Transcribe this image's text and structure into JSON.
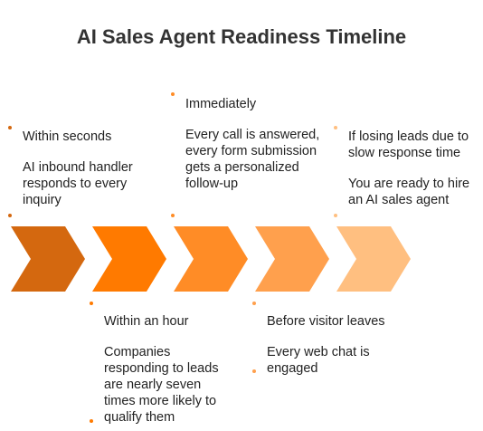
{
  "title": "AI Sales Agent Readiness Timeline",
  "steps": [
    {
      "heading": "Within seconds",
      "desc": "AI inbound handler responds to every inquiry",
      "color": "#D4680F",
      "position": "top"
    },
    {
      "heading": "Within an hour",
      "desc": "Companies responding to leads are nearly seven times more likely to qualify them",
      "color": "#FF7A00",
      "position": "bottom"
    },
    {
      "heading": "Immediately",
      "desc": "Every call is answered, every form submission gets a personalized follow-up",
      "color": "#FF8C26",
      "position": "top"
    },
    {
      "heading": "Before visitor leaves",
      "desc": "Every web chat is engaged",
      "color": "#FFA04D",
      "position": "bottom"
    },
    {
      "heading": "If losing leads due to slow response time",
      "desc": "You are ready to hire an AI sales agent",
      "color": "#FFBF80",
      "position": "top"
    }
  ]
}
